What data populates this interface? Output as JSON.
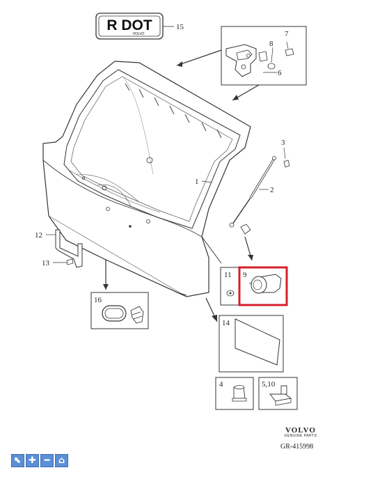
{
  "diagram": {
    "callouts": [
      "1",
      "2",
      "3",
      "4",
      "5,10",
      "6",
      "7",
      "8",
      "9",
      "11",
      "12",
      "13",
      "14",
      "15",
      "16"
    ],
    "emblem_text": "R DOT",
    "emblem_subtext": "VOLVO"
  },
  "brand": {
    "name": "VOLVO",
    "subtitle": "GENUINE PARTS",
    "code": "GR-415998"
  },
  "toolbar": {
    "buttons": [
      {
        "icon": "pointer-icon",
        "glyph": "⬉"
      },
      {
        "icon": "zoom-in-icon",
        "glyph": "✚"
      },
      {
        "icon": "zoom-out-icon",
        "glyph": "━"
      },
      {
        "icon": "home-icon",
        "glyph": "⌂"
      }
    ]
  },
  "colors": {
    "highlight": "#d4202a",
    "toolbar": "#5b8fd6"
  }
}
